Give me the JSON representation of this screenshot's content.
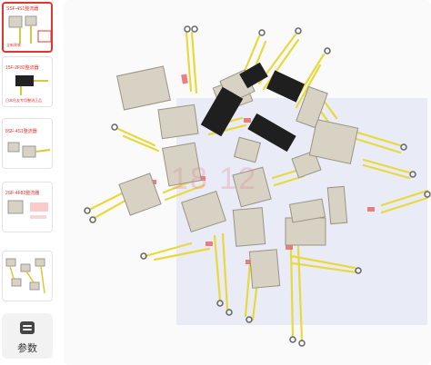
{
  "sidebar": {
    "thumbs": [
      {
        "title": "SSF-4S1整流器",
        "note": "全新原装"
      },
      {
        "title": "15F-2F82整流器",
        "note": "日本住友专用整流正品"
      },
      {
        "title": "8SF-4S1整流器",
        "note": ""
      },
      {
        "title": "2SF-4F82整流器",
        "note": ""
      },
      {
        "title": "",
        "note": ""
      }
    ],
    "params_label": "参数",
    "params_icon": "params-icon"
  },
  "main": {
    "watermark": "18   12",
    "colors": {
      "accent": "#e3342f",
      "wire": "#e8d93c",
      "module": "#d8d2c4"
    }
  }
}
